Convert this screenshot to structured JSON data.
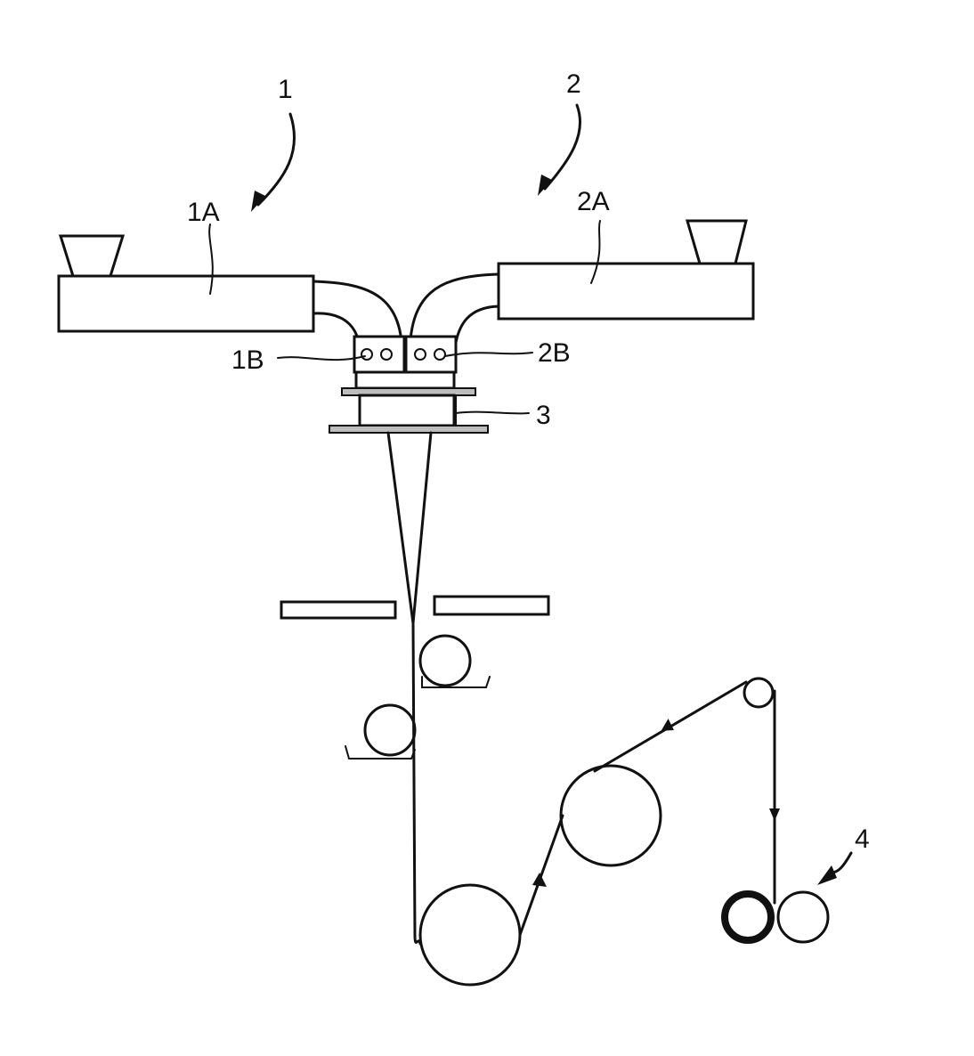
{
  "labels": {
    "unit_1": "1",
    "unit_2": "2",
    "extruder_1a": "1A",
    "extruder_2a": "2A",
    "pump_1b": "1B",
    "pump_2b": "2B",
    "spinneret_3": "3",
    "winder_4": "4"
  }
}
